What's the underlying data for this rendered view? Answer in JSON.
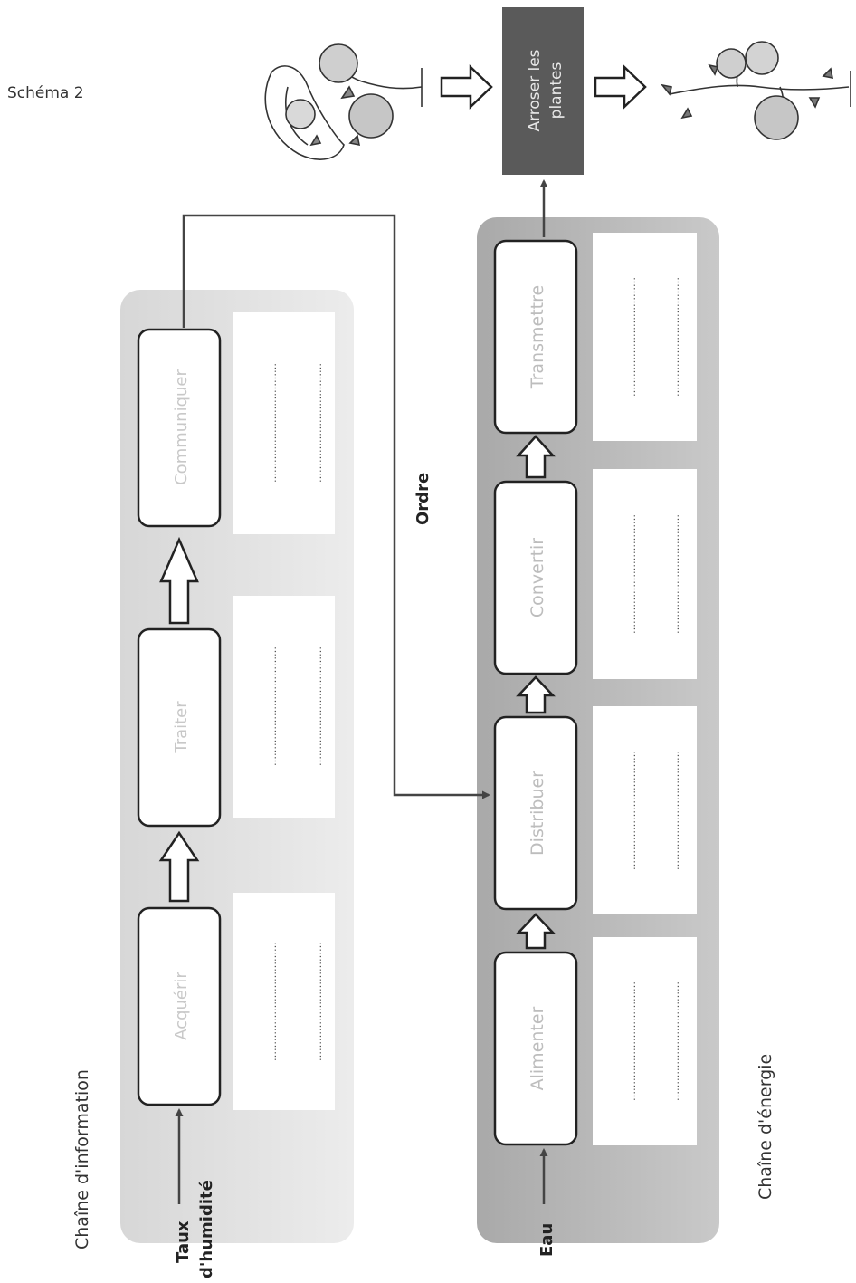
{
  "schema_label": "Schéma 2",
  "info_chain": {
    "title": "Chaîne d'information",
    "blocks": [
      "Acquérir",
      "Traiter",
      "Communiquer"
    ],
    "input": {
      "line1": "Taux",
      "line2": "d'humidité"
    }
  },
  "energy_chain": {
    "title": "Chaîne d'énergie",
    "blocks": [
      "Alimenter",
      "Distribuer",
      "Convertir",
      "Transmettre"
    ],
    "input": "Eau"
  },
  "order_label": "Ordre",
  "action": {
    "line1": "Arroser les",
    "line2": "plantes"
  },
  "dotted_line": "………………………………"
}
